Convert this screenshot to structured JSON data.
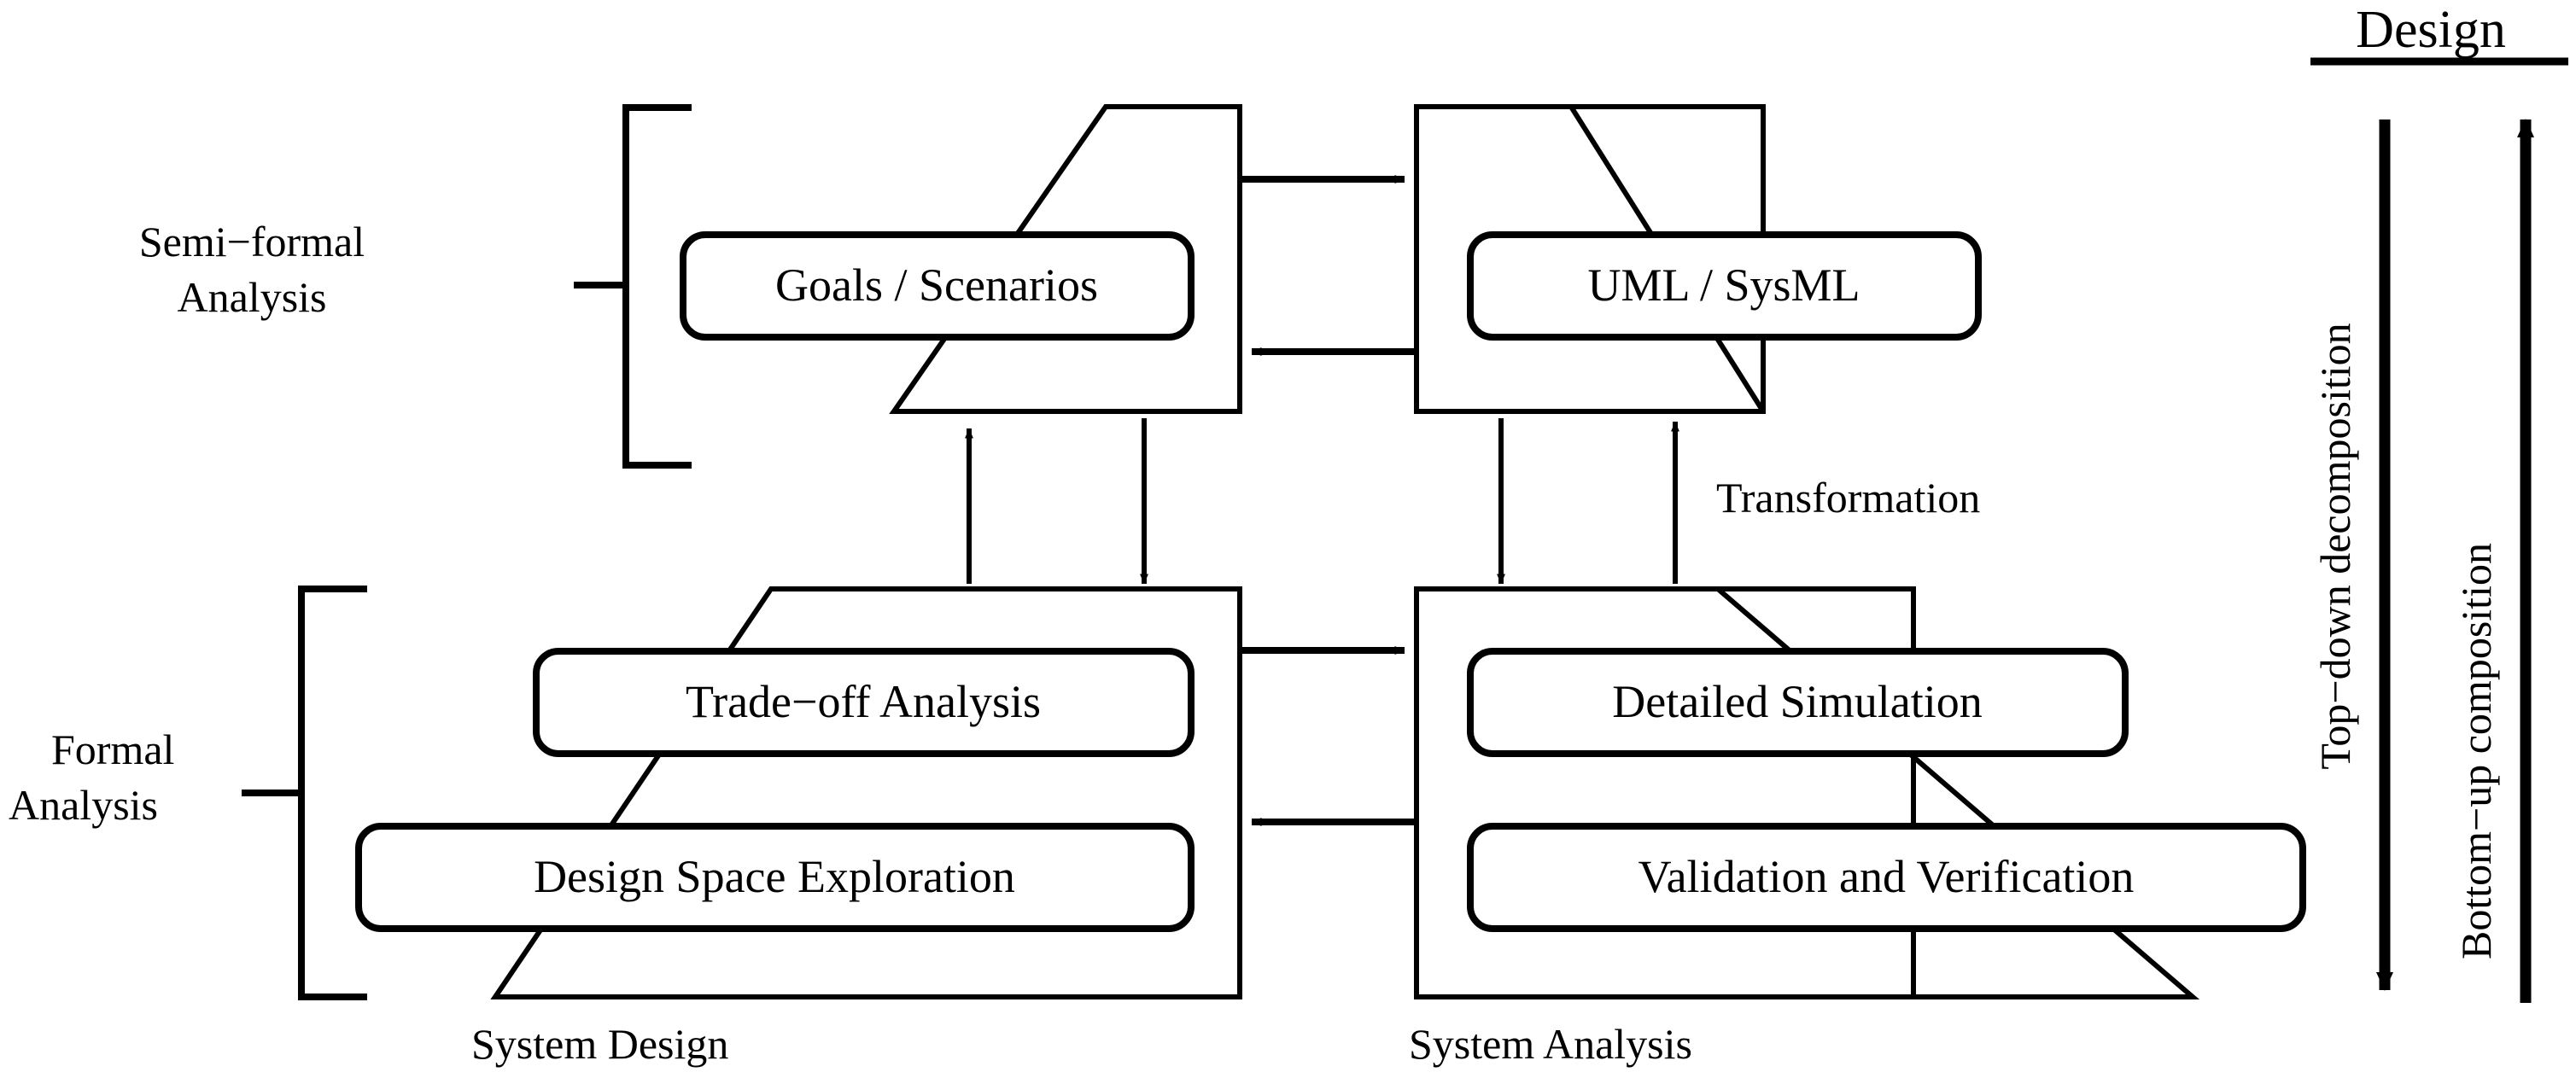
{
  "figure": {
    "title_right": "Design",
    "background": "#ffffff",
    "stroke": "#000000"
  },
  "left_brackets": [
    {
      "id": "semi-formal",
      "line1": "Semi−formal",
      "line2": "Analysis"
    },
    {
      "id": "formal",
      "line1": "Formal",
      "line2": "Analysis"
    }
  ],
  "containers": [
    {
      "id": "semi-formal-design",
      "caption": ""
    },
    {
      "id": "semi-formal-analysis",
      "caption": ""
    },
    {
      "id": "system-design",
      "caption": "System Design"
    },
    {
      "id": "system-analysis",
      "caption": "System Analysis"
    }
  ],
  "nodes": [
    {
      "id": "goals-scenarios",
      "label": "Goals / Scenarios"
    },
    {
      "id": "uml-sysml",
      "label": "UML / SysML"
    },
    {
      "id": "trade-off-analysis",
      "label": "Trade−off Analysis"
    },
    {
      "id": "design-space-exploration",
      "label": "Design Space Exploration"
    },
    {
      "id": "detailed-simulation",
      "label": "Detailed Simulation"
    },
    {
      "id": "validation-verification",
      "label": "Validation and Verification"
    }
  ],
  "edge_labels": [
    {
      "id": "transformation",
      "label": "Transformation"
    }
  ],
  "side_arrows": [
    {
      "id": "top-down",
      "label": "Top−down decomposition",
      "direction": "down"
    },
    {
      "id": "bottom-up",
      "label": "Bottom−up composition",
      "direction": "up"
    }
  ]
}
